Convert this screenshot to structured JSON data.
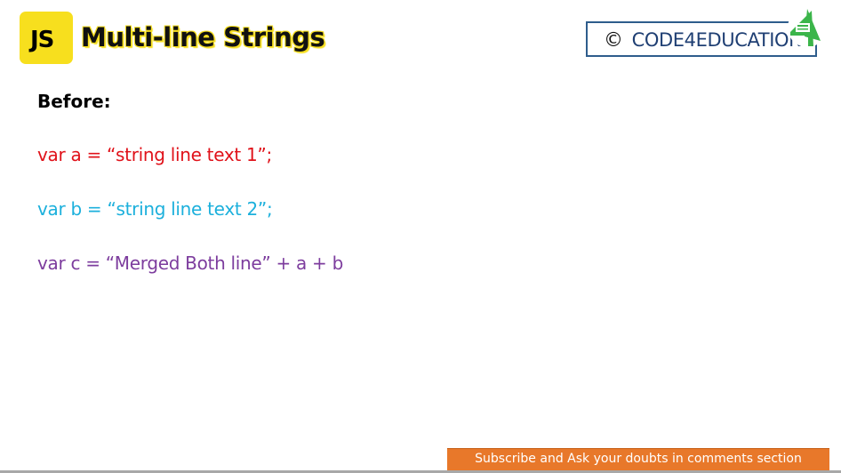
{
  "header": {
    "logo_text": "JS",
    "title": "Multi-line Strings",
    "brand": {
      "copyright_symbol": "©",
      "name": "CODE4EDUCATION",
      "badge_icon": "code4education-badge-icon"
    }
  },
  "content": {
    "before_label": "Before:",
    "lines": [
      {
        "text": "var a = “string line text 1”;",
        "color": "#e0121a"
      },
      {
        "text": "var b = “string line text 2”;",
        "color": "#1cb0dc"
      },
      {
        "text": "var c = “Merged Both line” + a + b",
        "color": "#7d3d9e"
      }
    ]
  },
  "footer": {
    "banner_text": "Subscribe and Ask your doubts in comments section",
    "banner_color": "#e8782a"
  },
  "colors": {
    "js_yellow": "#f7df1e",
    "brand_blue": "#1f3f73",
    "badge_green": "#3bb54a"
  }
}
